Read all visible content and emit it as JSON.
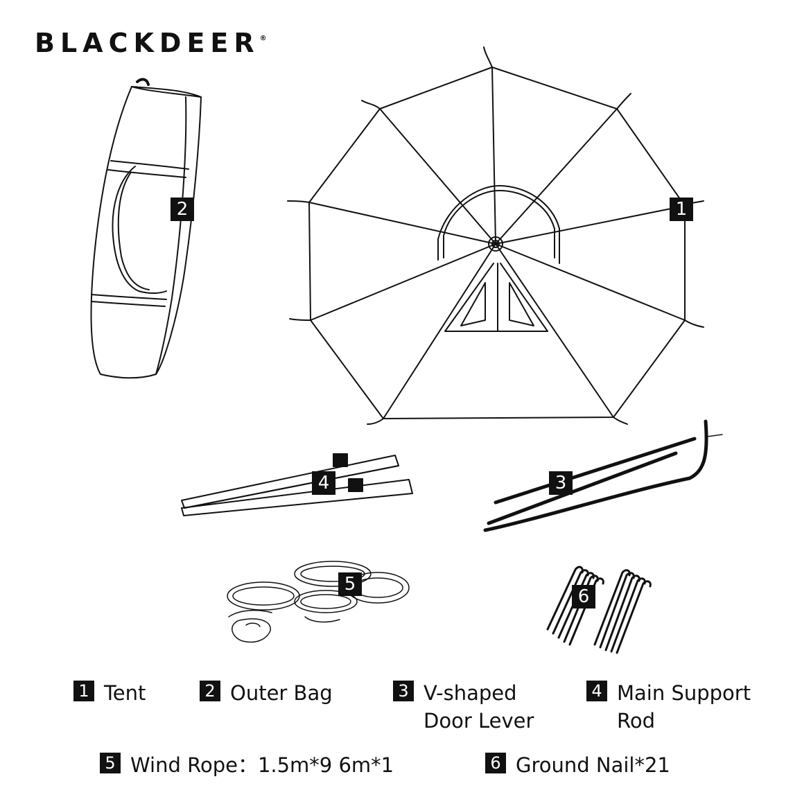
{
  "brand": {
    "name": "BLACKDEER",
    "mark": "®"
  },
  "callouts": {
    "tent": "1",
    "bag": "2",
    "door_lever": "3",
    "support_rod": "4",
    "wind_rope": "5",
    "ground_nail": "6"
  },
  "legend": [
    {
      "num": "1",
      "label": "Tent"
    },
    {
      "num": "2",
      "label": "Outer Bag"
    },
    {
      "num": "3",
      "label": "V-shaped\nDoor Lever"
    },
    {
      "num": "4",
      "label": "Main Support\nRod"
    },
    {
      "num": "5",
      "label": "Wind Rope：1.5m*9 6m*1"
    },
    {
      "num": "6",
      "label": "Ground Nail*21"
    }
  ]
}
